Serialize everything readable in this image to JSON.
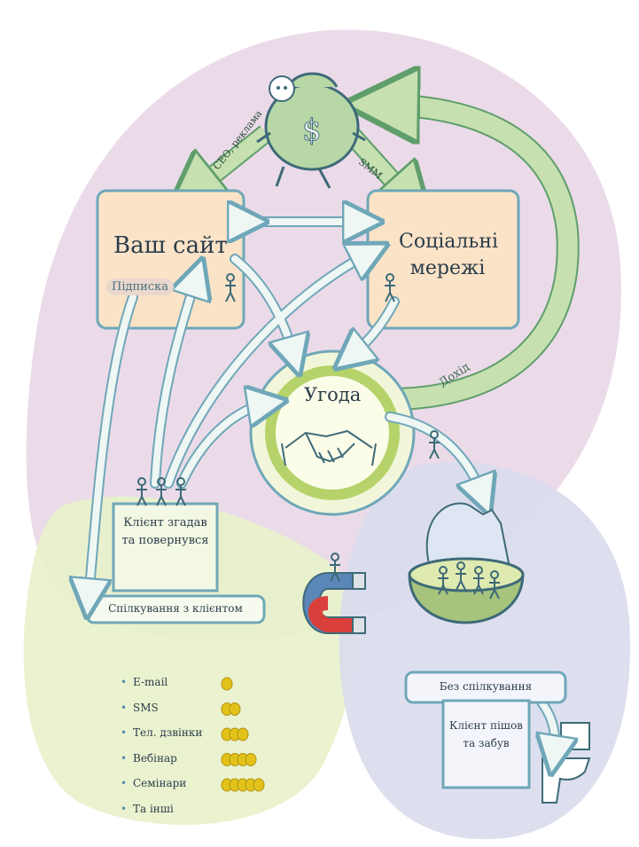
{
  "nodes": {
    "your_site": "Ваш сайт",
    "subscription": "Підписка",
    "social_networks": "Соціальні мережі",
    "deal": "Угода",
    "client_returned": "Клієнт згадав та повернувся",
    "communication": "Спілкування з клієнтом",
    "no_communication": "Без спілкування",
    "client_forgot": "Клієнт пішов та забув"
  },
  "edges": {
    "seo_ads": "СЕО, реклама",
    "smm": "SMM",
    "income": "Дохід"
  },
  "money_symbol": "$",
  "channels": [
    {
      "label": "E-mail",
      "coins": 1
    },
    {
      "label": "SMS",
      "coins": 2
    },
    {
      "label": "Тел. дзвінки",
      "coins": 3
    },
    {
      "label": "Вебінар",
      "coins": 4
    },
    {
      "label": "Семінари",
      "coins": 5
    },
    {
      "label": "Та інші",
      "coins": 0
    }
  ],
  "colors": {
    "purple_zone": "#ead9e8",
    "green_zone": "#e9f1cc",
    "blue_zone": "#d9dced",
    "arrow_fill": "#eef7f4",
    "arrow_stroke": "#6fa7b8",
    "green_arrow": "#c6e0b0",
    "coin": "#e2c11a",
    "box_orange": "#fbe3c8"
  }
}
